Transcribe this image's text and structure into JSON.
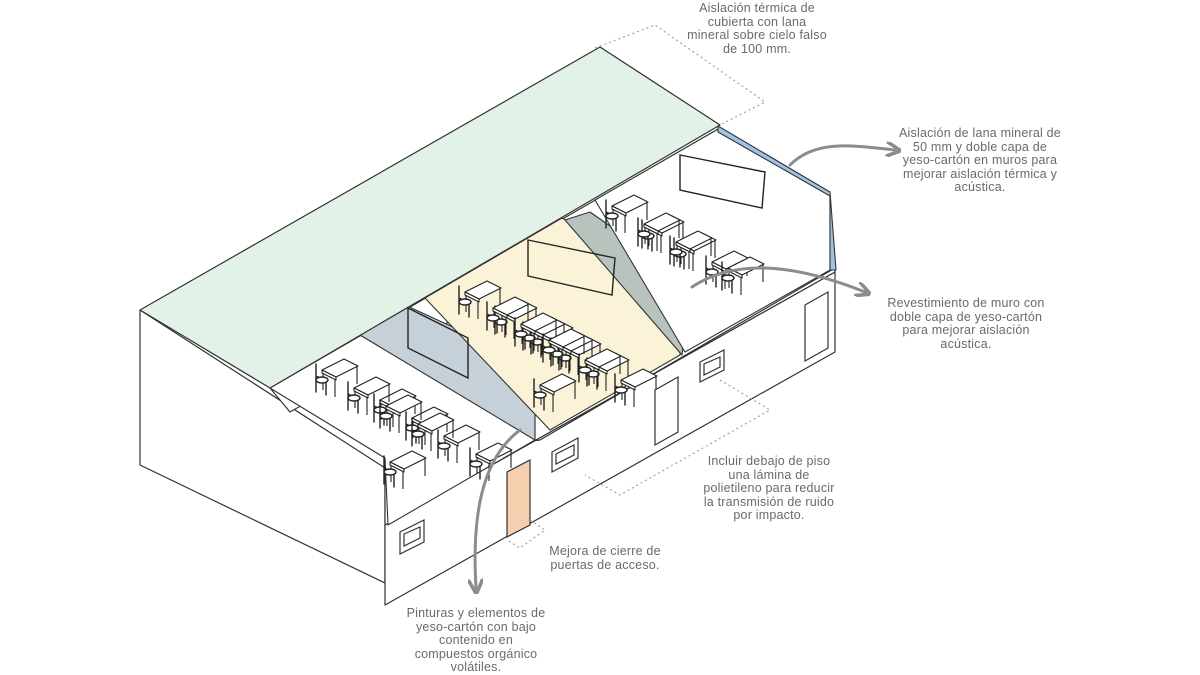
{
  "annotations": {
    "roof_insulation": [
      "Aislación térmica de",
      "cubierta con lana",
      "mineral sobre cielo falso",
      "de 100 mm."
    ],
    "wall_insulation": [
      "Aislación de lana mineral de",
      "50 mm y doble capa de",
      "yeso-cartón en muros para",
      "mejorar aislación térmica y",
      "acústica."
    ],
    "wall_lining": [
      "Revestimiento de muro con",
      "doble capa de yeso-cartón",
      "para mejorar aislación",
      "acústica."
    ],
    "floor_sheet": [
      "Incluir debajo de piso",
      "una lámina de",
      "polietileno para reducir",
      "la transmisión de ruido",
      "por impacto."
    ],
    "door_seal": [
      "Mejora de cierre de",
      "puertas de acceso."
    ],
    "paints": [
      "Pinturas y elementos de",
      "yeso-cartón con bajo",
      "contenido en",
      "compuestos orgánico",
      "volátiles."
    ]
  },
  "colors": {
    "roof": "#e2f2e6",
    "blue_wall": "#9fc3e6",
    "yellow_floor": "#fbf3d8",
    "gray_wall": "#c6d0d8",
    "partition": "#b9c3bd",
    "door": "#f5cfae",
    "arrow": "#8c8c8c",
    "line": "#333333",
    "leader": "#9a9a9a"
  },
  "icons": [
    "arrow-icon",
    "chair-icon",
    "desk-icon",
    "window-icon",
    "door-icon",
    "blackboard-icon"
  ]
}
